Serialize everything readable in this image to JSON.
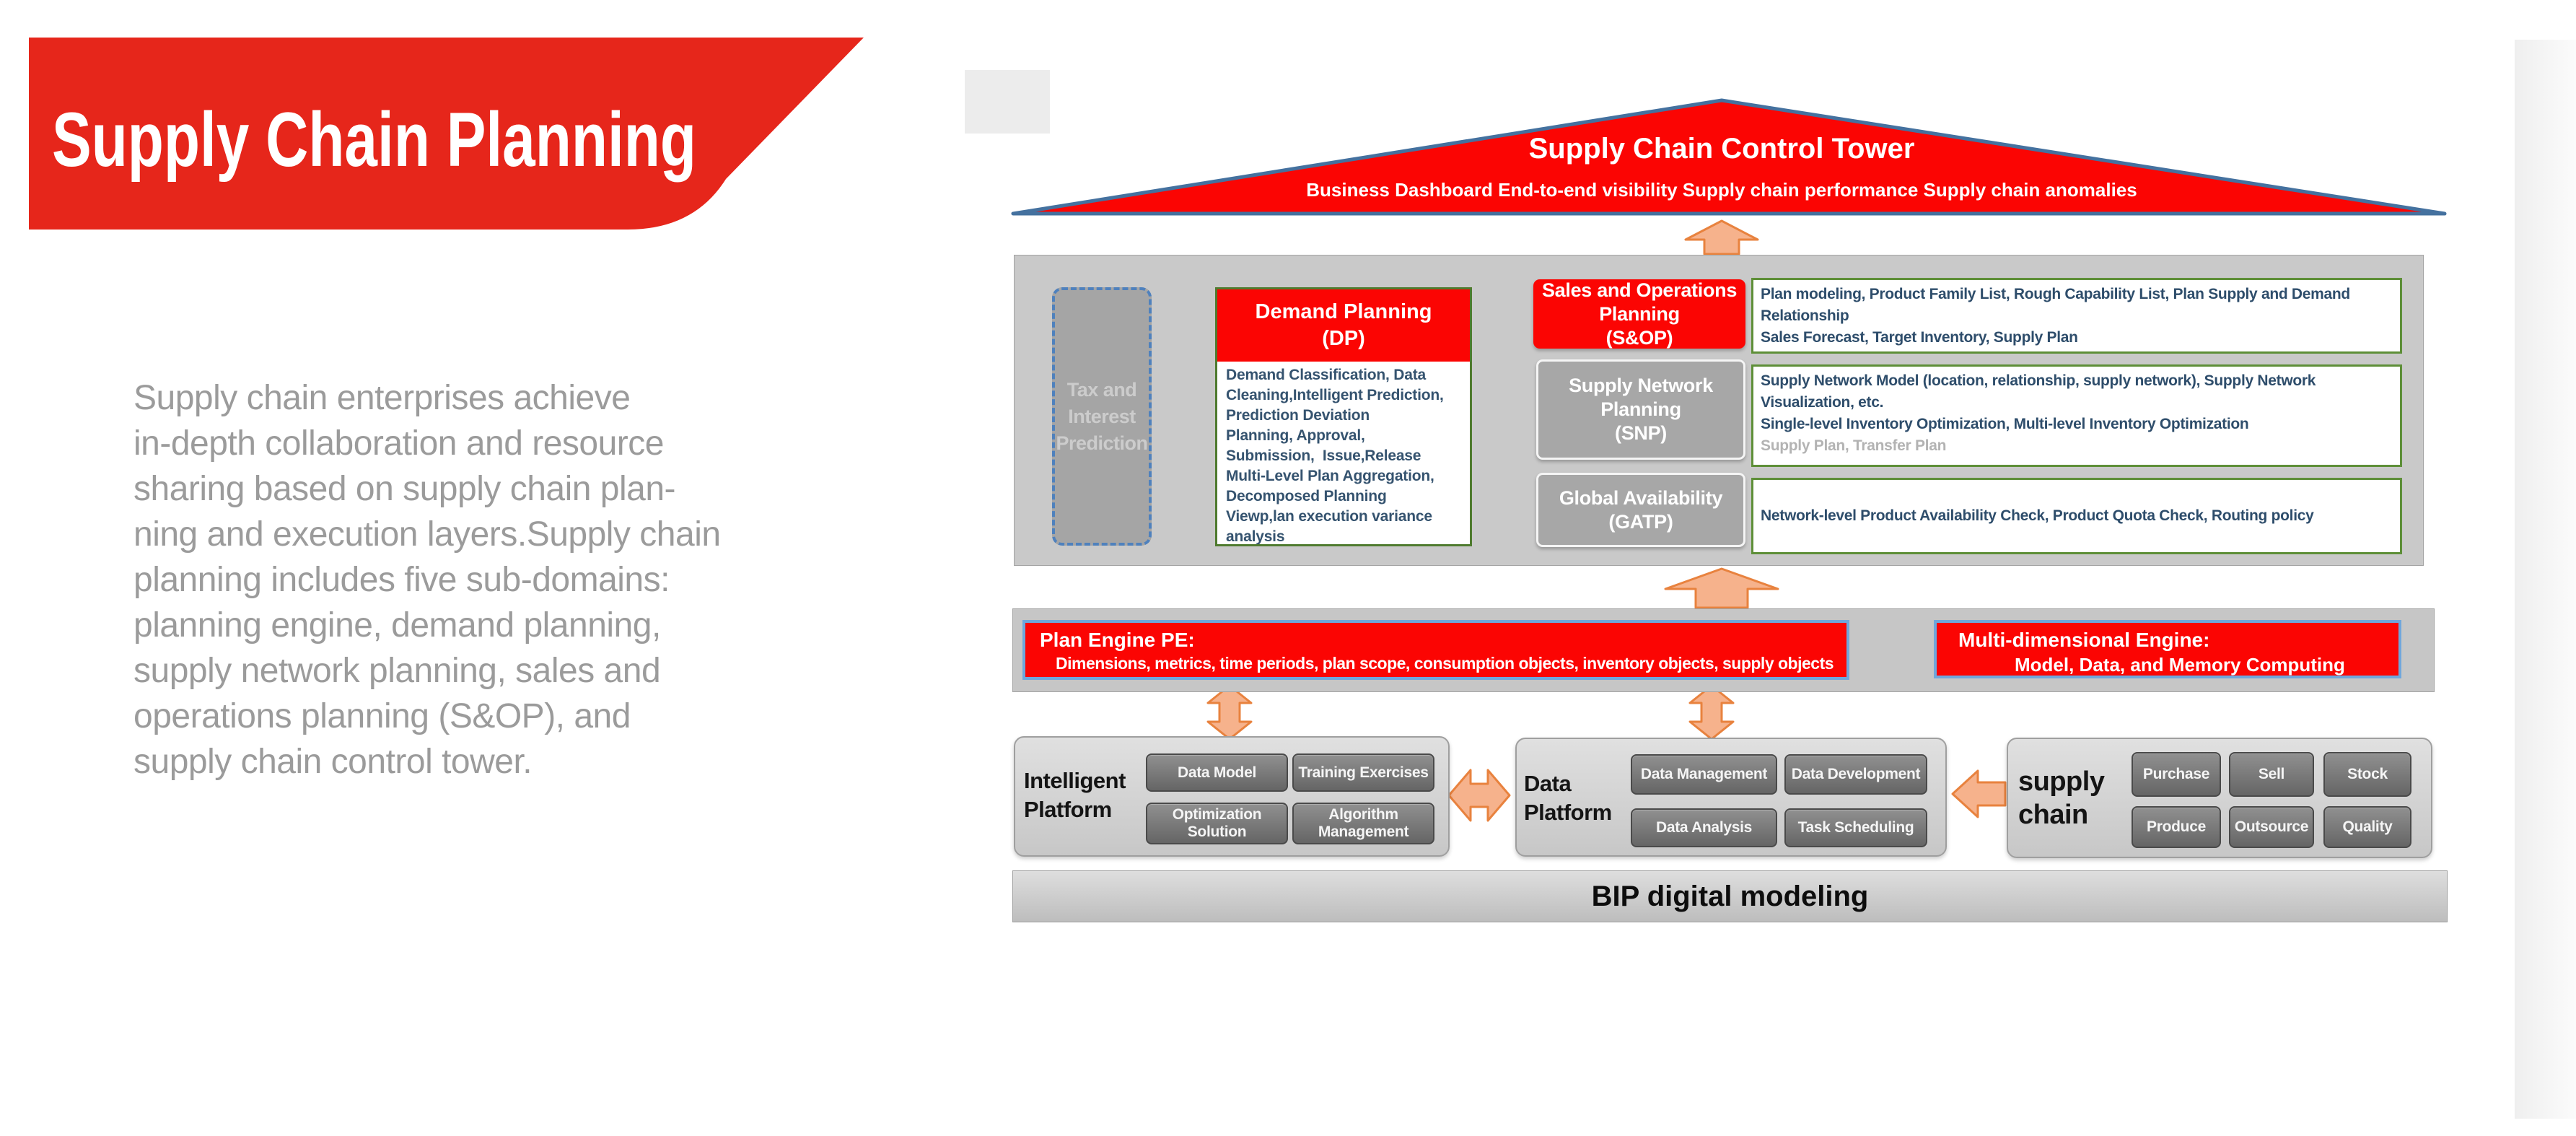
{
  "banner": {
    "title": "Supply Chain Planning"
  },
  "intro": {
    "text": "Supply chain enterprises achieve\nin-depth collaboration and resource\nsharing based on supply chain plan-\nning and execution layers.Supply chain\nplanning includes five sub-domains:\nplanning engine, demand planning,\nsupply network planning, sales and\noperations planning (S&OP), and\nsupply chain control tower."
  },
  "control_tower": {
    "title": "Supply Chain Control Tower",
    "subtitle": "Business Dashboard End-to-end visibility Supply chain performance Supply chain anomalies"
  },
  "tax_box": {
    "label": "Tax and\nInterest\nPrediction"
  },
  "demand_planning": {
    "title": "Demand Planning\n(DP)",
    "body": "Demand Classification, Data\nCleaning,Intelligent Prediction,\nPrediction Deviation\nPlanning, Approval,\nSubmission,  Issue,Release\nMulti-Level Plan Aggregation,\nDecomposed Planning\nViewp,lan execution variance\nanalysis"
  },
  "rows": [
    {
      "title": "Sales and Operations\nPlanning\n(S&OP)",
      "desc": "Plan modeling, Product Family List, Rough Capability List, Plan Supply and Demand\nRelationship\nSales Forecast, Target Inventory, Supply Plan"
    },
    {
      "title": "Supply Network\nPlanning\n(SNP)",
      "desc": "Supply Network Model (location, relationship, supply network), Supply Network\nVisualization, etc.\nSingle-level Inventory Optimization, Multi-level Inventory Optimization",
      "desc_muted": "Supply Plan, Transfer Plan"
    },
    {
      "title": "Global Availability\n(GATP)",
      "desc": "Network-level Product Availability Check, Product Quota Check, Routing policy"
    }
  ],
  "plan_engine": {
    "line1": "Plan Engine PE:",
    "line2": "Dimensions, metrics, time periods, plan scope, consumption objects, inventory objects, supply objects"
  },
  "multi_engine": {
    "line1": "Multi-dimensional Engine:",
    "line2": "Model, Data, and Memory Computing"
  },
  "platforms": {
    "intelligent": {
      "label": "Intelligent\nPlatform",
      "chips": [
        "Data Model",
        "Training Exercises",
        "Optimization Solution",
        "Algorithm Management"
      ]
    },
    "data": {
      "label": "Data\nPlatform",
      "chips": [
        "Data Management",
        "Data Development",
        "Data Analysis",
        "Task Scheduling"
      ]
    },
    "supply": {
      "label": "supply\nchain",
      "chips": [
        "Purchase",
        "Sell",
        "Stock",
        "Produce",
        "Outsource",
        "Quality"
      ]
    }
  },
  "bip": {
    "label": "BIP digital modeling"
  },
  "colors": {
    "banner_red": "#e6261b",
    "diagram_red": "#fb0503",
    "arrow_fill": "#f6b28c",
    "arrow_stroke": "#e8823e",
    "navy_text": "#2e4d6b",
    "green_border": "#5e8f38",
    "blue_border": "#6fa7dc",
    "triangle_border": "#44719f"
  }
}
